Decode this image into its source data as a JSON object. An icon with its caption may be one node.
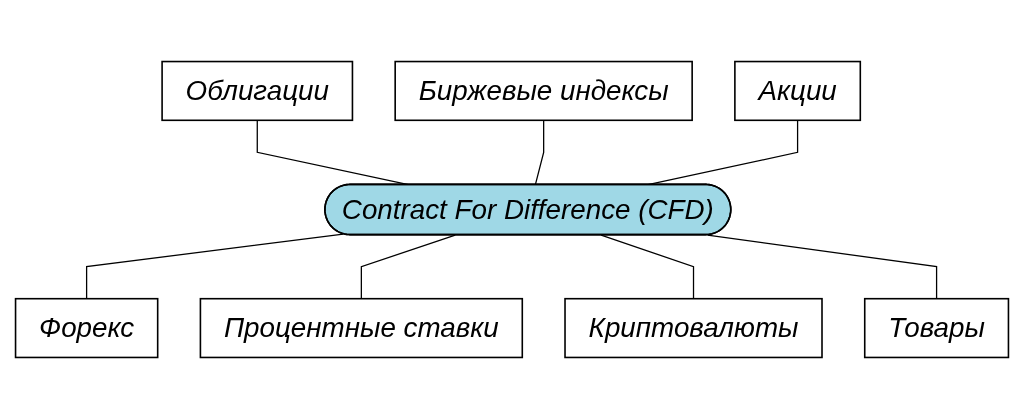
{
  "diagram": {
    "nodes": [
      {
        "text": [
          "Облигации"
        ]
      },
      {
        "text": [
          "Биржевые индексы"
        ]
      },
      {
        "text": [
          "Акции"
        ]
      },
      {
        "text": [
          "Contract For Difference (CFD)"
        ]
      },
      {
        "text": [
          "Форекс"
        ]
      },
      {
        "text": [
          "Процентные ставки"
        ]
      },
      {
        "text": [
          "Криптовалюты"
        ]
      },
      {
        "text": [
          "Товары"
        ]
      }
    ],
    "edges": [
      {
        "from": 0,
        "to": 3,
        "arrow": "none"
      },
      {
        "from": 1,
        "to": 3,
        "arrow": "none"
      },
      {
        "from": 2,
        "to": 3,
        "arrow": "none"
      },
      {
        "from": 3,
        "to": 4,
        "arrow": "none"
      },
      {
        "from": 3,
        "to": 5,
        "arrow": "none"
      },
      {
        "from": 3,
        "to": 6,
        "arrow": "none"
      },
      {
        "from": 3,
        "to": 7,
        "arrow": "none"
      }
    ]
  }
}
